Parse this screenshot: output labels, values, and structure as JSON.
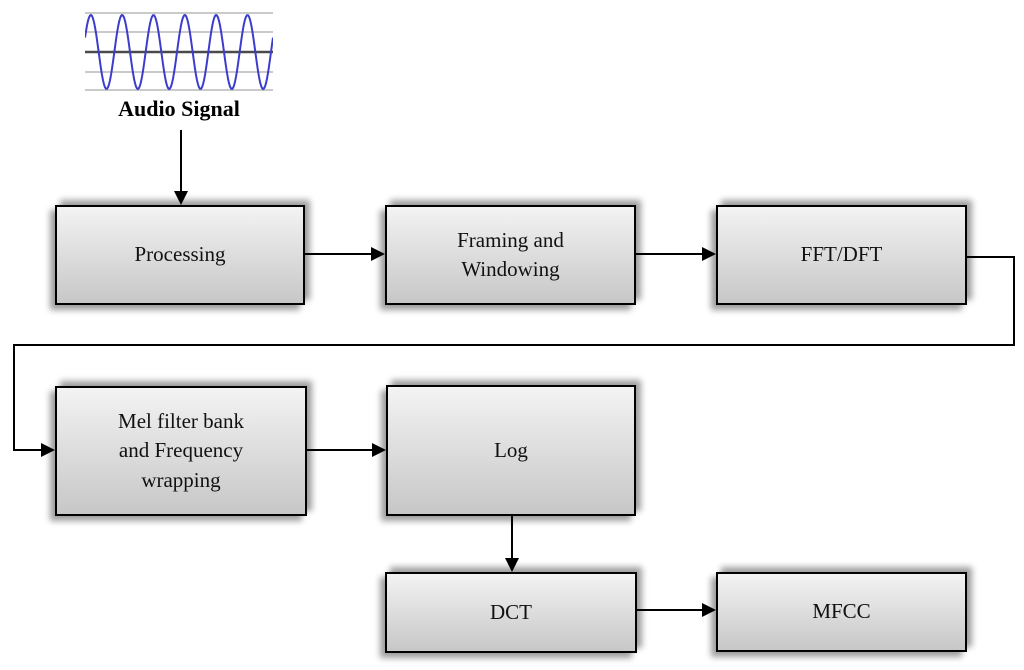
{
  "diagram": {
    "audio_signal": {
      "label": "Audio Signal",
      "waveform": {
        "cycles": 6,
        "wave_color": "#3c3ccd",
        "grid_color": "#b8b8b8",
        "axis_color": "#4a4a4a"
      }
    },
    "nodes": [
      {
        "id": "processing",
        "label": "Processing"
      },
      {
        "id": "framing-windowing",
        "label": "Framing and\nWindowing"
      },
      {
        "id": "fft-dft",
        "label": "FFT/DFT"
      },
      {
        "id": "mel-filter-bank",
        "label": "Mel filter bank\nand Frequency\nwrapping"
      },
      {
        "id": "log",
        "label": "Log"
      },
      {
        "id": "dct",
        "label": "DCT"
      },
      {
        "id": "mfcc",
        "label": "MFCC"
      }
    ],
    "colors": {
      "box_fill_top": "#f3f3f3",
      "box_fill_bottom": "#c7c7c7",
      "box_border": "#000000",
      "connector": "#000000"
    }
  }
}
